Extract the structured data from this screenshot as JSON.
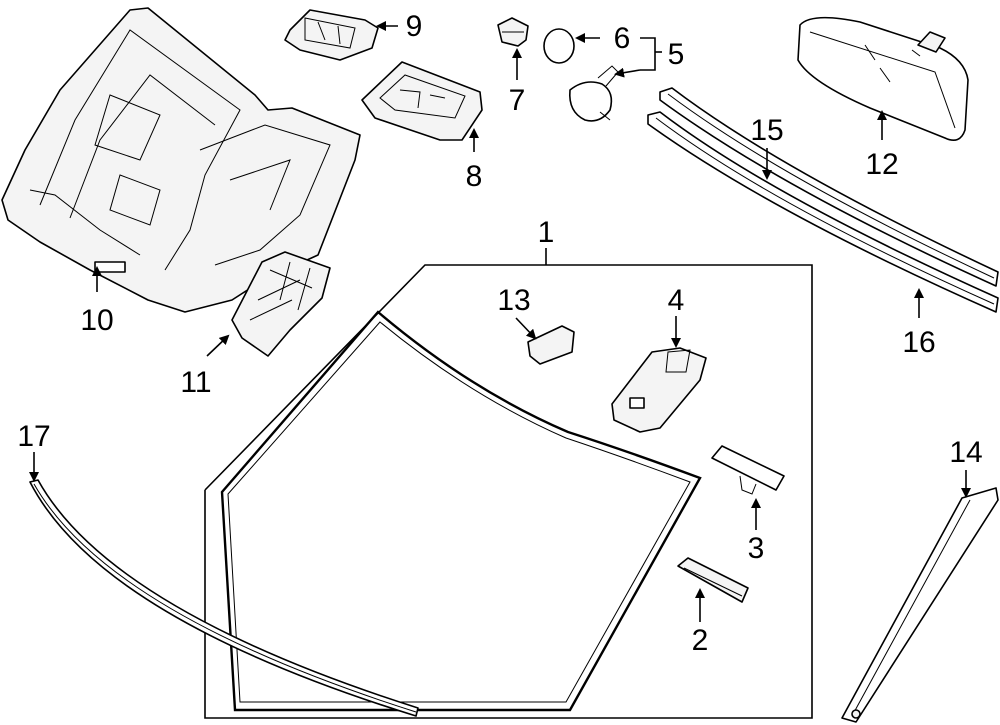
{
  "diagram": {
    "type": "exploded-parts-diagram",
    "callouts": [
      "1",
      "2",
      "3",
      "4",
      "5",
      "6",
      "7",
      "8",
      "9",
      "10",
      "11",
      "12",
      "13",
      "14",
      "15",
      "16",
      "17"
    ]
  },
  "icons": {
    "part-1": "windshield-glass",
    "part-2": "sensor-cover",
    "part-3": "rain-sensor-bracket",
    "part-4": "rain-sensor",
    "part-5": "bracket-assembly",
    "part-6": "cap",
    "part-7": "clip",
    "part-8": "console-housing",
    "part-9": "retainer",
    "part-10": "overhead-console",
    "part-11": "bracket",
    "part-12": "rear-view-mirror",
    "part-13": "pad",
    "part-14": "a-pillar-molding",
    "part-15": "upper-molding",
    "part-16": "lower-molding",
    "part-17": "side-molding"
  }
}
